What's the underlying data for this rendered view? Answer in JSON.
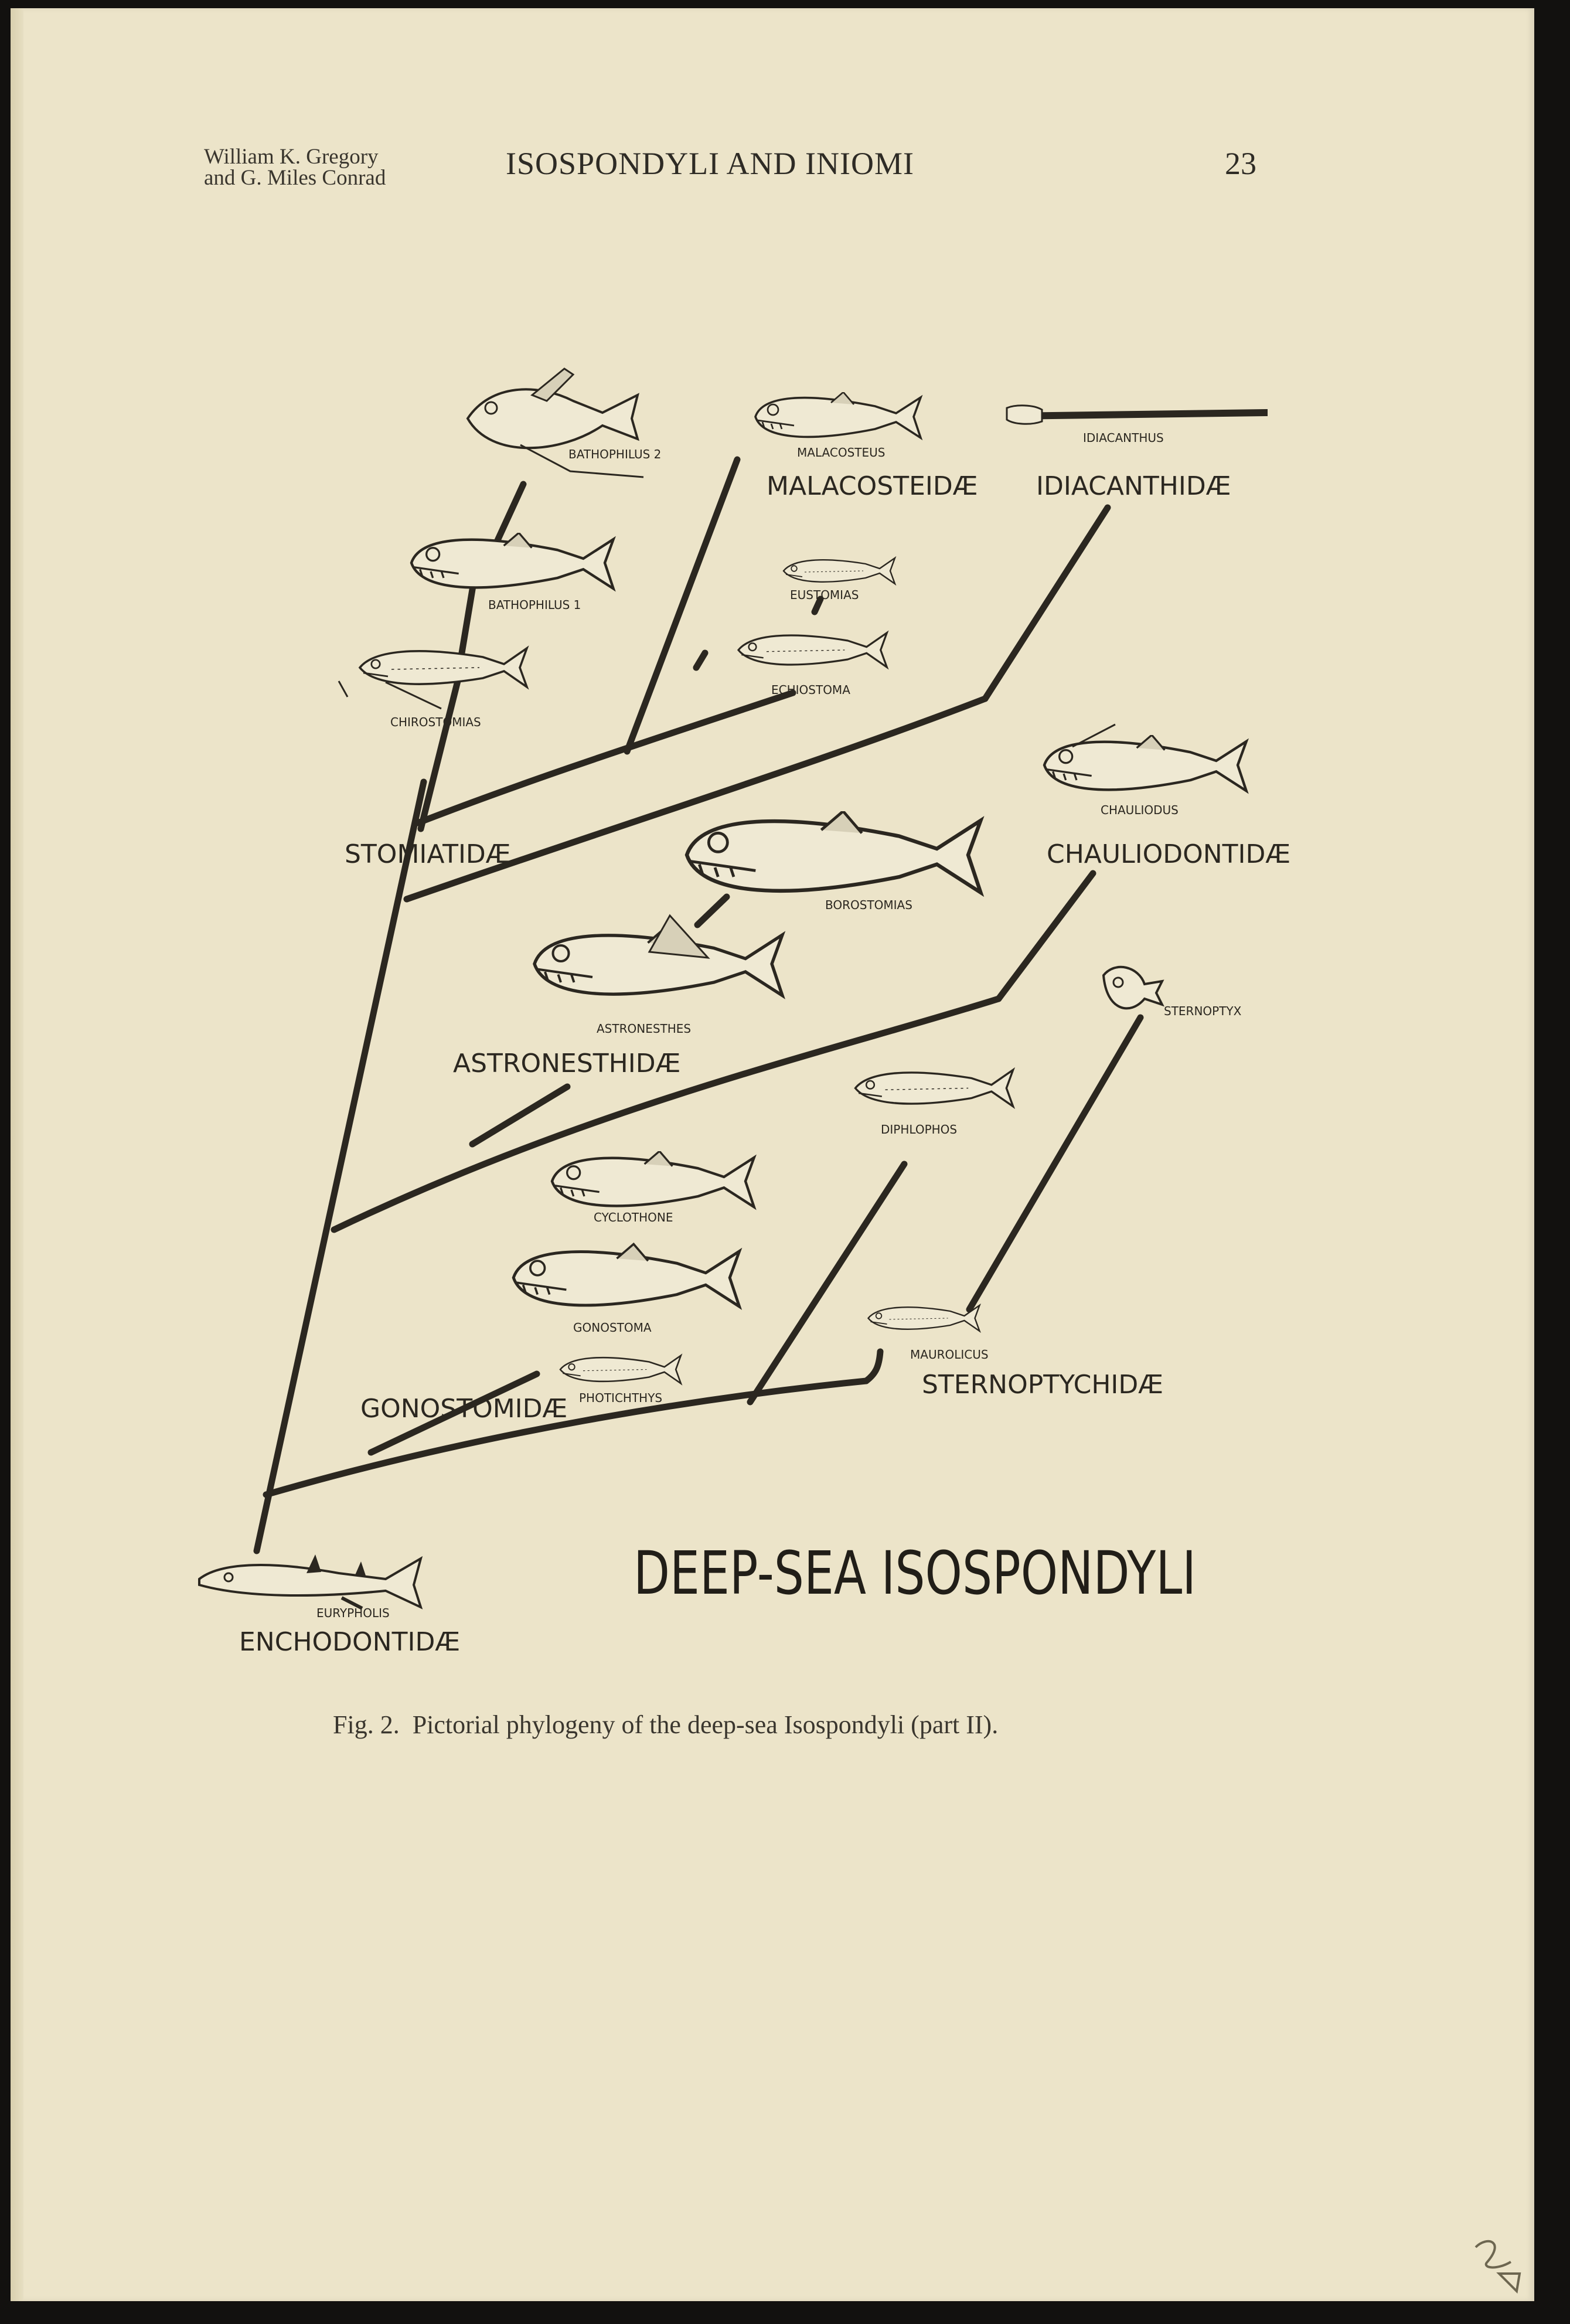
{
  "header": {
    "authors": "William K. Gregory\nand G. Miles Conrad",
    "running_title": "ISOSPONDYLI AND INIOMI",
    "page_number": "23"
  },
  "diagram": {
    "title": "DEEP-SEA ISOSPONDYLI",
    "families": {
      "malacosteidae": "MALACOSTEIDÆ",
      "idiacanthidae": "IDIACANTHIDÆ",
      "stomiatidae": "STOMIATIDÆ",
      "chauliodontidae": "CHAULIODONTIDÆ",
      "astronesthidae": "ASTRONESTHIDÆ",
      "gonostomidae": "GONOSTOMIDÆ",
      "sternoptychidae": "STERNOPTYCHIDÆ",
      "enchodontidae": "ENCHODONTIDÆ"
    },
    "genera": {
      "bathophilus2": "BATHOPHILUS 2",
      "malacosteus": "MALACOSTEUS",
      "idiacanthus": "IDIACANTHUS",
      "bathophilus1": "BATHOPHILUS   1",
      "eustomias": "EUSTOMIAS",
      "echiostoma": "ECHIOSTOMA",
      "chirostomias": "CHIROSTOMIAS",
      "chauliodus": "CHAULIODUS",
      "borostomias": "BOROSTOMIAS",
      "sternoptyx": "STERNOPTYX",
      "astronesthes": "ASTRONESTHES",
      "diphlophos": "DIPHLOPHOS",
      "cyclothone": "CYCLOTHONE",
      "gonostoma": "GONOSTOMA",
      "maurolicus": "MAUROLICUS",
      "photichthys": "PHOTICHTHYS",
      "eurypholis": "EURYPHOLIS"
    }
  },
  "caption": {
    "fig": "Fig. 2.",
    "text": "Pictorial phylogeny of the deep-sea Isospondyli (part II)."
  },
  "colors": {
    "paper": "#ece4c9",
    "ink": "#2b2720",
    "fish_fill": "#efe9d3"
  }
}
